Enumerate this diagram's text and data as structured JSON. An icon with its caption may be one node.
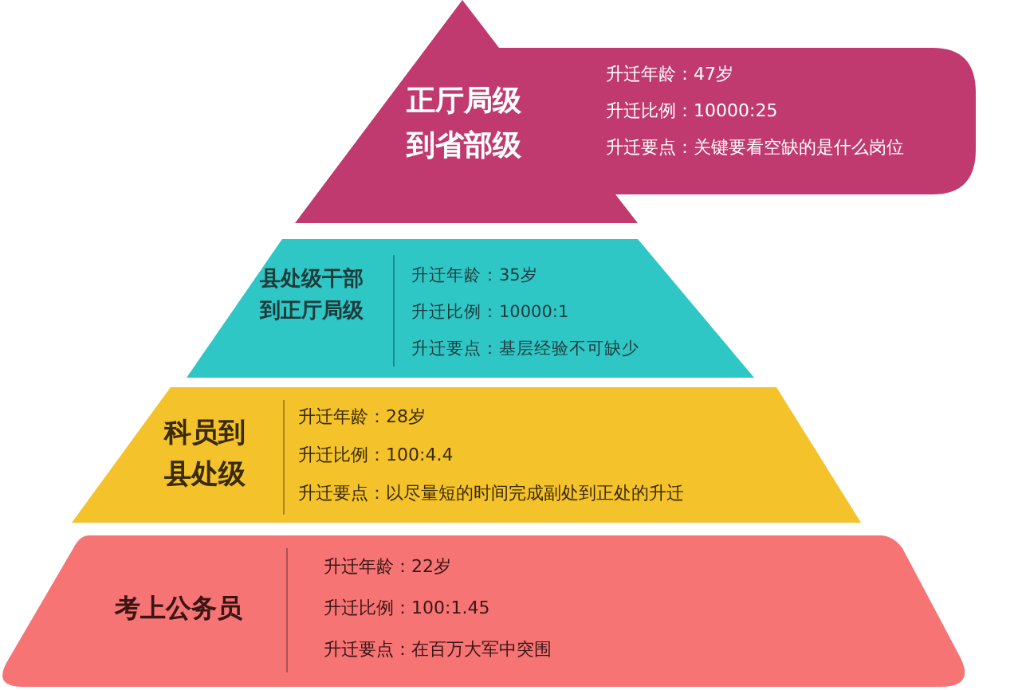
{
  "diagram": {
    "nodes": [
      {
        "text": [
          "正厅局级到省部级",
          "升迁年龄：47岁",
          "升迁比例：10000:25",
          "升迁要点：关键要看空缺的是什么岗位"
        ]
      },
      {
        "text": [
          "县处级干部到正厅局级",
          "升迁年龄：35岁",
          "升迁比例：10000:1",
          "升迁要点：基层经验不可缺少"
        ]
      },
      {
        "text": [
          "科员到县处级",
          "升迁年龄：28岁",
          "升迁比例：100:4.4",
          "升迁要点：以尽量短的时间完成副处到正处的升迁"
        ]
      },
      {
        "text": [
          "考上公务员",
          "升迁年龄：22岁",
          "升迁比例：100:1.45",
          "升迁要点：在百万大军中突围"
        ]
      }
    ]
  }
}
